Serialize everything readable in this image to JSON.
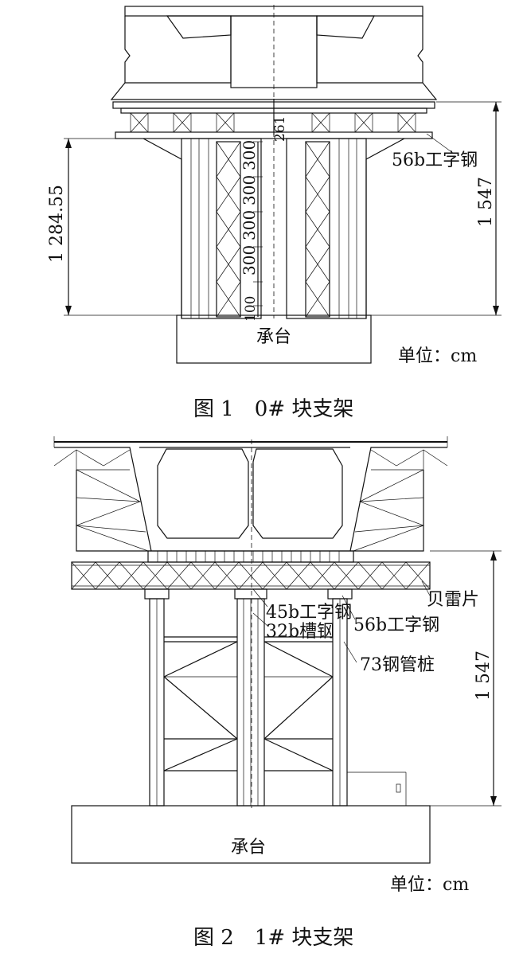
{
  "figure1": {
    "caption": "图 1　0# 块支架",
    "unit_label": "单位：cm",
    "base_label": "承台",
    "beam_label": "56b工字钢",
    "height_left": "1 284.55",
    "height_right": "1 547",
    "top_gap": "261",
    "segments": [
      "300",
      "300",
      "300",
      "300",
      "100"
    ]
  },
  "figure2": {
    "caption": "图 2　1# 块支架",
    "unit_label": "单位：cm",
    "base_label": "承台",
    "labels": {
      "bailey": "贝雷片",
      "i45": "45b工字钢",
      "channel32": "32b槽钢",
      "i56": "56b工字钢",
      "pile73": "73钢管桩"
    },
    "height_right": "1 547"
  }
}
